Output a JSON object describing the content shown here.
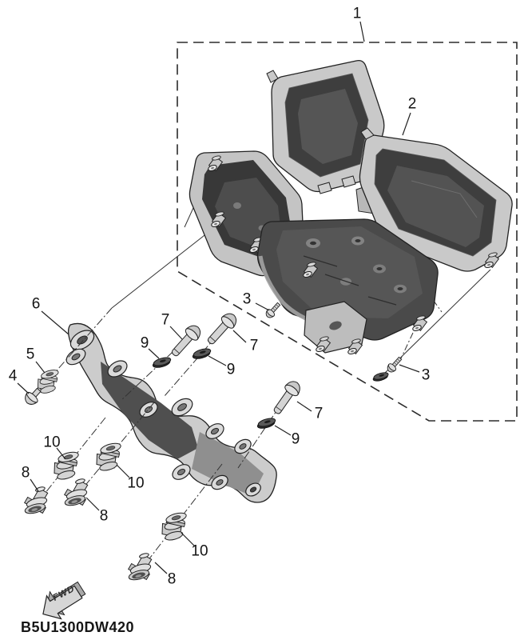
{
  "drawing": {
    "code": "B5U1300DW420",
    "fwd_label": "FWD",
    "callouts": {
      "part1": "1",
      "part2": "2",
      "part3": "3",
      "part4": "4",
      "part5": "5",
      "part6": "6",
      "part7": "7",
      "part8": "8",
      "part9": "9",
      "part10": "10"
    },
    "colors": {
      "background": "#ffffff",
      "line": "#222222",
      "part_light": "#d4d4d4",
      "part_mid": "#9a9a9a",
      "part_dark": "#3e3e3e"
    }
  }
}
